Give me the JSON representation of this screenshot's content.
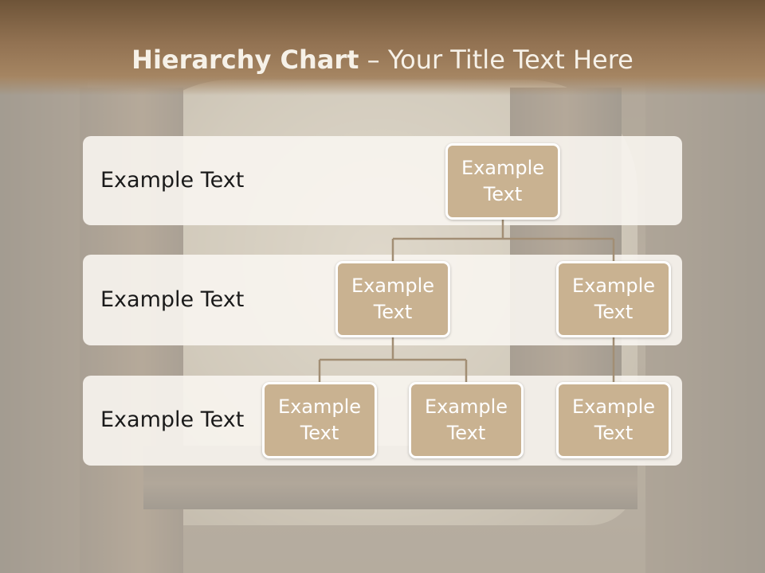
{
  "title": {
    "bold": "Hierarchy Chart",
    "rest": " – Your Title Text Here"
  },
  "levels": [
    {
      "label": "Example Text"
    },
    {
      "label": "Example Text"
    },
    {
      "label": "Example Text"
    }
  ],
  "nodes": {
    "root": "Example\nText",
    "l2_left": "Example\nText",
    "l2_right": "Example\nText",
    "l3_a": "Example\nText",
    "l3_b": "Example\nText",
    "l3_c": "Example\nText"
  },
  "colors": {
    "node_fill": "#c9b291",
    "connector": "#a28e74",
    "title_band": "#927252"
  }
}
